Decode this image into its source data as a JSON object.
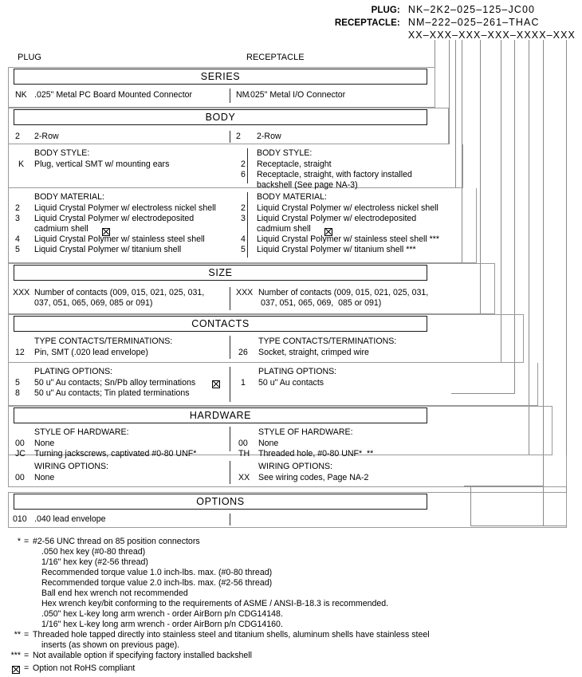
{
  "part_number": {
    "rows": [
      {
        "label": "PLUG:",
        "value": "NK–2K2–025–125–JC00"
      },
      {
        "label": "RECEPTACLE:",
        "value": "NM–222–025–261–THAC"
      },
      {
        "label": "",
        "value": "XX–XXX–XXX–XXX–XXXX–XXX"
      }
    ]
  },
  "columns": {
    "plug": "PLUG",
    "receptacle": "RECEPTACLE"
  },
  "sections": {
    "series": {
      "header": "SERIES",
      "plug": [
        {
          "code": "NK",
          "text": ".025\" Metal PC Board Mounted Connector"
        }
      ],
      "receptacle": [
        {
          "code": "NM",
          "text": ".025\" Metal I/O Connector"
        }
      ]
    },
    "body": {
      "header": "BODY",
      "row_plug": [
        {
          "code": "2",
          "text": "2-Row"
        }
      ],
      "row_receptacle": [
        {
          "code": "2",
          "text": "2-Row"
        }
      ],
      "style_title": "BODY STYLE:",
      "style_plug": [
        {
          "code": "K",
          "text": "Plug, vertical SMT w/ mounting ears"
        }
      ],
      "style_receptacle": [
        {
          "code": "2",
          "text": "Receptacle, straight"
        },
        {
          "code": "6",
          "text": "Receptacle, straight, with factory installed\nbackshell (See page NA-3)"
        }
      ],
      "material_title": "BODY MATERIAL:",
      "material_plug": [
        {
          "code": "2",
          "text": "Liquid Crystal Polymer w/ electroless nickel shell",
          "rohs": false
        },
        {
          "code": "3",
          "text": "Liquid Crystal Polymer w/ electrodeposited\ncadmium shell",
          "rohs": true
        },
        {
          "code": "4",
          "text": "Liquid Crystal Polymer w/ stainless steel shell",
          "rohs": false
        },
        {
          "code": "5",
          "text": "Liquid Crystal Polymer w/ titanium shell",
          "rohs": false
        }
      ],
      "material_receptacle": [
        {
          "code": "2",
          "text": "Liquid Crystal Polymer w/ electroless nickel shell",
          "rohs": false
        },
        {
          "code": "3",
          "text": "Liquid Crystal Polymer w/ electrodeposited\ncadmium shell",
          "rohs": true
        },
        {
          "code": "4",
          "text": "Liquid Crystal Polymer w/ stainless steel shell ***",
          "rohs": false
        },
        {
          "code": "5",
          "text": "Liquid Crystal Polymer w/ titanium shell ***",
          "rohs": false
        }
      ]
    },
    "size": {
      "header": "SIZE",
      "plug": [
        {
          "code": "XXX",
          "text": "Number of contacts (009, 015, 021, 025, 031,\n037, 051, 065, 069, 085 or 091)"
        }
      ],
      "receptacle": [
        {
          "code": "XXX",
          "text": "Number of contacts (009, 015, 021, 025, 031,\n 037, 051, 065, 069,  085 or 091)"
        }
      ]
    },
    "contacts": {
      "header": "CONTACTS",
      "type_title": "TYPE CONTACTS/TERMINATIONS:",
      "type_plug": [
        {
          "code": "12",
          "text": "Pin, SMT (.020 lead envelope)"
        }
      ],
      "type_receptacle": [
        {
          "code": "26",
          "text": "Socket, straight, crimped wire"
        }
      ],
      "plating_title": "PLATING OPTIONS:",
      "plating_plug": [
        {
          "code": "5",
          "text": "50 u\" Au contacts; Sn/Pb alloy terminations",
          "rohs": true
        },
        {
          "code": "8",
          "text": "50 u\" Au contacts; Tin plated terminations",
          "rohs": false
        }
      ],
      "plating_receptacle": [
        {
          "code": "1",
          "text": "50 u\" Au contacts",
          "rohs": false
        }
      ]
    },
    "hardware": {
      "header": "HARDWARE",
      "style_title": "STYLE OF HARDWARE:",
      "style_plug": [
        {
          "code": "00",
          "text": "None"
        },
        {
          "code": "JC",
          "text": "Turning jackscrews, captivated #0-80 UNF*"
        }
      ],
      "style_receptacle": [
        {
          "code": "00",
          "text": "None"
        },
        {
          "code": "TH",
          "text": "Threaded hole, #0-80 UNF*  **"
        }
      ],
      "wiring_title": "WIRING OPTIONS:",
      "wiring_plug": [
        {
          "code": "00",
          "text": "None"
        }
      ],
      "wiring_receptacle": [
        {
          "code": "XX",
          "text": "See wiring codes, Page NA-2"
        }
      ]
    },
    "options": {
      "header": "OPTIONS",
      "plug": [
        {
          "code": "010",
          "text": ".040 lead envelope"
        }
      ],
      "receptacle": []
    }
  },
  "footnotes": [
    {
      "mark": "*",
      "sep": "=",
      "lines": [
        "#2-56 UNC thread on 85 position connectors",
        ".050 hex key (#0-80 thread)",
        "1/16\" hex key (#2-56 thread)",
        "Recommended torque value 1.0 inch-lbs. max. (#0-80 thread)",
        "Recommended torque value 2.0 inch-lbs. max. (#2-56 thread)",
        "Ball end hex wrench not recommended",
        "Hex wrench key/bit conforming to the requirements of ASME / ANSI-B-18.3 is recommended.",
        ".050\" hex L-key long arm wrench - order AirBorn p/n CDG14148.",
        "1/16\" hex L-key long arm wrench - order AirBorn p/n CDG14160."
      ]
    },
    {
      "mark": "**",
      "sep": "=",
      "lines": [
        "Threaded hole tapped directly into stainless steel and titanium shells, aluminum shells have stainless steel",
        "inserts (as shown on previous page)."
      ]
    },
    {
      "mark": "***",
      "sep": "=",
      "lines": [
        "Not available option if specifying factory installed backshell"
      ]
    },
    {
      "mark": "XBOX",
      "sep": "=",
      "lines": [
        "Option not RoHS compliant"
      ]
    }
  ]
}
